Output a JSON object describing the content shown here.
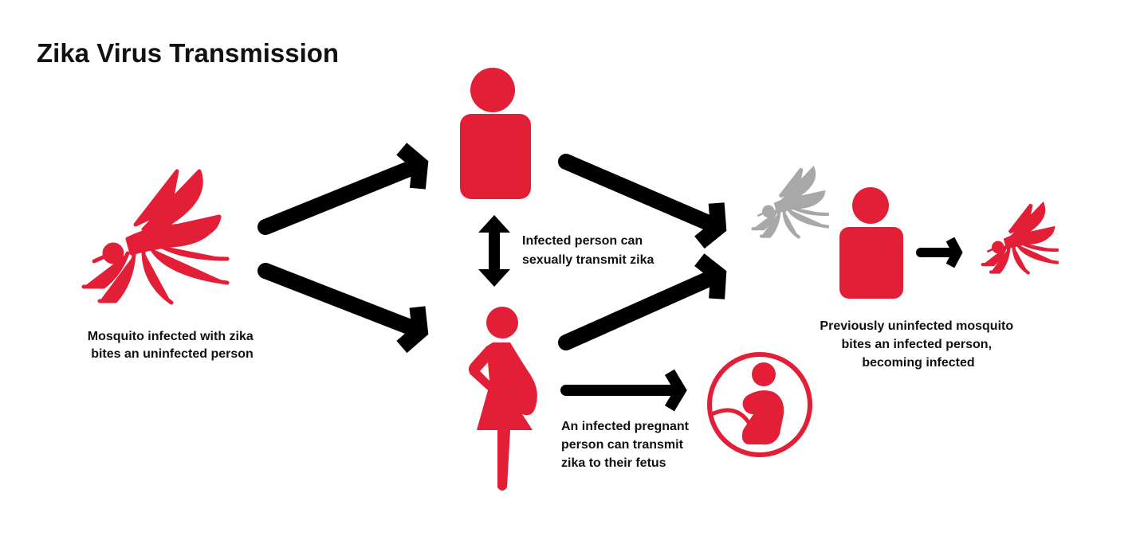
{
  "title": "Zika Virus Transmission",
  "labels": {
    "mosquito_bites": [
      "Mosquito infected with zika",
      "bites an uninfected person"
    ],
    "sexual": [
      "Infected person can",
      "sexually transmit zika"
    ],
    "pregnant": [
      "An infected pregnant",
      "person can transmit",
      "zika to their fetus"
    ],
    "previously_uninfected": [
      "Previously uninfected mosquito",
      "bites an infected person,",
      "becoming infected"
    ]
  },
  "colors": {
    "accent": "#e31e37",
    "arrow": "#000000",
    "uninfected_mosquito": "#a8a8a8"
  }
}
